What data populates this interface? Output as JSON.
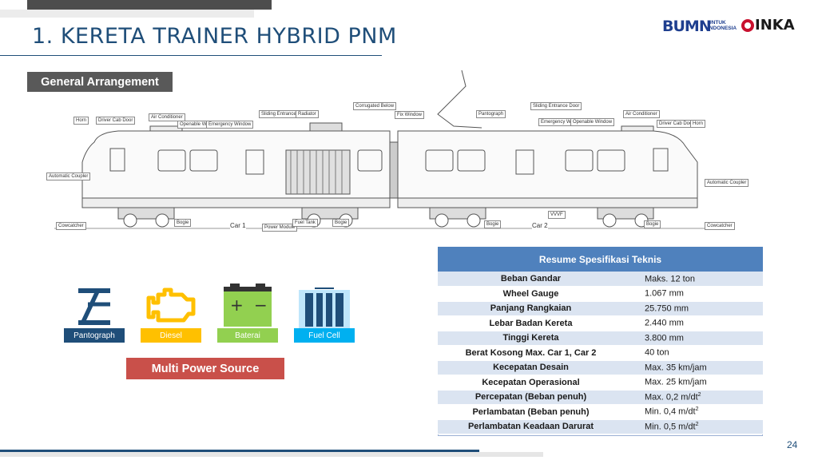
{
  "header": {
    "title": "1. KERETA TRAINER HYBRID PNM",
    "logo_bumn": "BUMN",
    "logo_bumn_sub_1": "UNTUK",
    "logo_bumn_sub_2": "INDONESIA",
    "logo_inka": "INKA"
  },
  "section_label": "General Arrangement",
  "drawing": {
    "callouts": {
      "horn_l": "Horn",
      "drivercab_l": "Driver Cab Door",
      "aircon_l": "Air Conditioner",
      "openable_l": "Openable Window",
      "emergency_l": "Emergency Window",
      "sliding_l": "Sliding Entrance Door",
      "radiator": "Radiator",
      "corrugated": "Corrugated Below",
      "fixwindow": "Fix Window",
      "pantograph": "Pantograph",
      "sliding_r": "Sliding Entrance Door",
      "emergency_r": "Emergency Window",
      "openable_r": "Openable Window",
      "aircon_r": "Air Conditioner",
      "drivercab_r": "Driver Cab Door",
      "horn_r": "Horn",
      "coupler_l": "Automatic Coupler",
      "coupler_r": "Automatic Coupler",
      "cowcatcher_l": "Cowcatcher",
      "cowcatcher_r": "Cowcatcher",
      "bogie_1": "Bogie",
      "bogie_2": "Bogie",
      "bogie_3": "Bogie",
      "bogie_4": "Bogie",
      "powermodule": "Power Module",
      "fueltank": "Fuel Tank",
      "vvvf": "VVVF"
    },
    "car1": "Car 1",
    "car2": "Car 2"
  },
  "power_sources": [
    {
      "label": "Pantograph",
      "color": "#1f4e79"
    },
    {
      "label": "Diesel",
      "color": "#ffc000"
    },
    {
      "label": "Baterai",
      "color": "#92d050"
    },
    {
      "label": "Fuel Cell",
      "color": "#00b0f0"
    }
  ],
  "multi_power_label": "Multi Power Source",
  "spec_table": {
    "title": "Resume Spesifikasi Teknis",
    "rows": [
      {
        "key": "Beban Gandar",
        "value": "Maks. 12 ton",
        "sup": ""
      },
      {
        "key": "Wheel Gauge",
        "value": "1.067 mm",
        "sup": ""
      },
      {
        "key": "Panjang Rangkaian",
        "value": "25.750 mm",
        "sup": ""
      },
      {
        "key": "Lebar Badan Kereta",
        "value": "2.440 mm",
        "sup": ""
      },
      {
        "key": "Tinggi Kereta",
        "value": "3.800 mm",
        "sup": ""
      },
      {
        "key": "Berat Kosong Max. Car 1, Car 2",
        "value": "40 ton",
        "sup": ""
      },
      {
        "key": "Kecepatan Desain",
        "value": "Max. 35 km/jam",
        "sup": ""
      },
      {
        "key": "Kecepatan Operasional",
        "value": "Max. 25 km/jam",
        "sup": ""
      },
      {
        "key": "Percepatan (Beban penuh)",
        "value": "Max. 0,2 m/dt",
        "sup": "2"
      },
      {
        "key": "Perlambatan (Beban penuh)",
        "value": "Min. 0,4 m/dt",
        "sup": "2"
      },
      {
        "key": "Perlambatan Keadaan Darurat",
        "value": "Min. 0,5 m/dt",
        "sup": "2"
      }
    ]
  },
  "page_number": "24"
}
